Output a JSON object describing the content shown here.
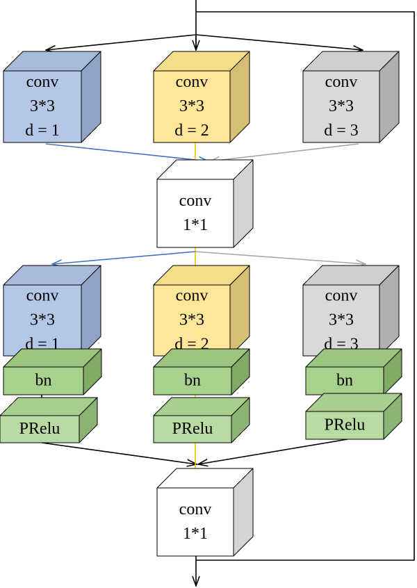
{
  "colors": {
    "blue": {
      "front": "#b4c7e7",
      "top": "#a7bbdc",
      "side": "#8fa3c6"
    },
    "yellow": {
      "front": "#ffe699",
      "top": "#f7dd8a",
      "side": "#d6bf73"
    },
    "gray": {
      "front": "#d9d9d9",
      "top": "#cfcfcf",
      "side": "#b0b0b0"
    },
    "white": {
      "front": "#ffffff",
      "top": "#ffffff",
      "side": "#d4d4d4"
    },
    "green": {
      "front": "#a9d18e",
      "top": "#9cc57f",
      "side": "#80aa66"
    },
    "green_light": {
      "front": "#b9dba3",
      "top": "#a9cf90",
      "side": "#8ab374"
    },
    "arrow_black": "#000000",
    "arrow_blue": "#4472c4",
    "arrow_gray": "#a6a6a6",
    "arrow_yellow": "#ffc000"
  },
  "blocks": {
    "conv1": {
      "line1": "conv",
      "line2": "3*3",
      "line3": "d = 1"
    },
    "conv2": {
      "line1": "conv",
      "line2": "3*3",
      "line3": "d = 2"
    },
    "conv3": {
      "line1": "conv",
      "line2": "3*3",
      "line3": "d = 3"
    },
    "fuse1": {
      "line1": "conv",
      "line2": "1*1"
    },
    "conv4": {
      "line1": "conv",
      "line2": "3*3",
      "line3": "d = 1"
    },
    "conv5": {
      "line1": "conv",
      "line2": "3*3",
      "line3": "d = 2"
    },
    "conv6": {
      "line1": "conv",
      "line2": "3*3",
      "line3": "d = 3"
    },
    "bn1": {
      "label": "bn"
    },
    "bn2": {
      "label": "bn"
    },
    "bn3": {
      "label": "bn"
    },
    "prelu1": {
      "label": "PRelu"
    },
    "prelu2": {
      "label": "PRelu"
    },
    "prelu3": {
      "label": "PRelu"
    },
    "fuse2": {
      "line1": "conv",
      "line2": "1*1"
    }
  }
}
